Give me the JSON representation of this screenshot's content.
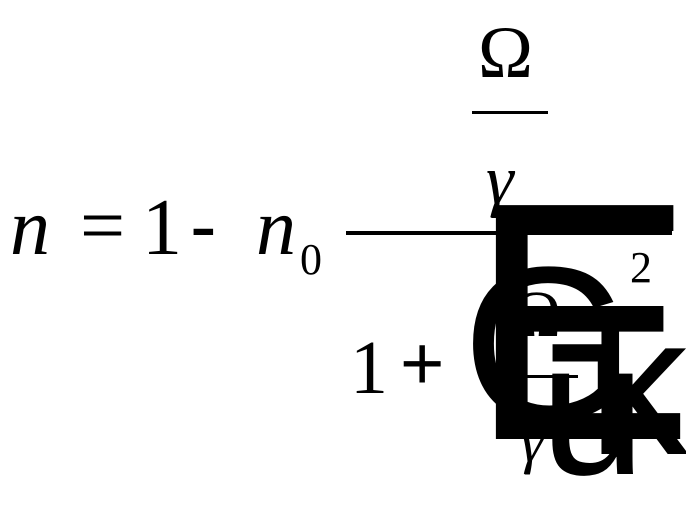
{
  "equation": {
    "lhs_var": "n",
    "equals": "=",
    "one": "1",
    "minus": "-",
    "n0_var": "n",
    "n0_sub": "0",
    "top_fraction": {
      "numerator": "Ω",
      "denominator": "γ"
    },
    "denominator": {
      "one": "1",
      "plus": "+",
      "fraction": {
        "numerator": "Ω",
        "denominator": "γ"
      },
      "exponent": "2"
    }
  },
  "overlay_glyphs": {
    "e": "E",
    "g": "G",
    "u": "u",
    "k": "k"
  }
}
